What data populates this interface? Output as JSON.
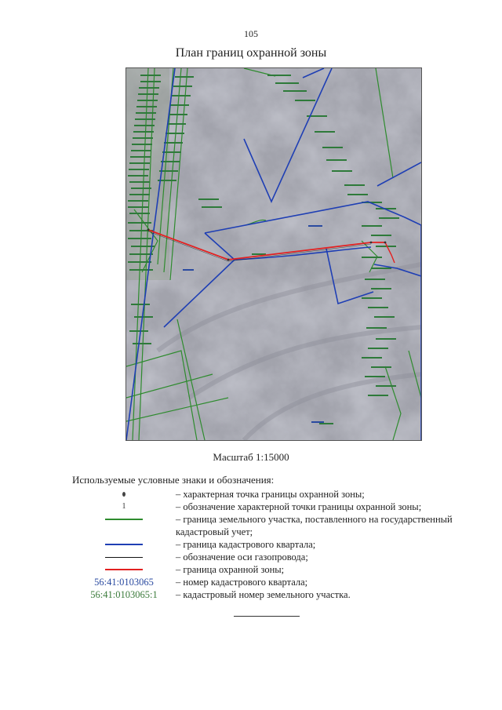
{
  "page_number": "105",
  "title": "План границ охранной зоны",
  "scale_text": "Масштаб 1:15000",
  "legend_title": "Используемые условные знаки и обозначения:",
  "colors": {
    "parcel_boundary": "#2e8b2e",
    "quarter_boundary": "#1f3fb4",
    "pipeline_axis": "#111111",
    "protection_zone": "#e32020",
    "quarter_number": "#2a4aa0",
    "parcel_number": "#3a7a3a"
  },
  "legend": [
    {
      "symbol": "point-icon",
      "text": "– характерная точка границы охранной зоны;"
    },
    {
      "symbol": "label",
      "label": "1",
      "text": "– обозначение характерной точки границы охранной зоны;"
    },
    {
      "symbol": "green-line",
      "text": "– граница земельного участка, поставленного на государственный кадастровый учет;"
    },
    {
      "symbol": "blue-line",
      "text": "– граница кадастрового квартала;"
    },
    {
      "symbol": "black-line",
      "text": "– обозначение оси газопровода;"
    },
    {
      "symbol": "red-line",
      "text": "– граница охранной зоны;"
    },
    {
      "symbol": "code-blue",
      "label": "56:41:0103065",
      "text": "– номер кадастрового квартала;"
    },
    {
      "symbol": "code-green",
      "label": "56:41:0103065:1",
      "text": "– кадастровый номер земельного участка."
    }
  ]
}
